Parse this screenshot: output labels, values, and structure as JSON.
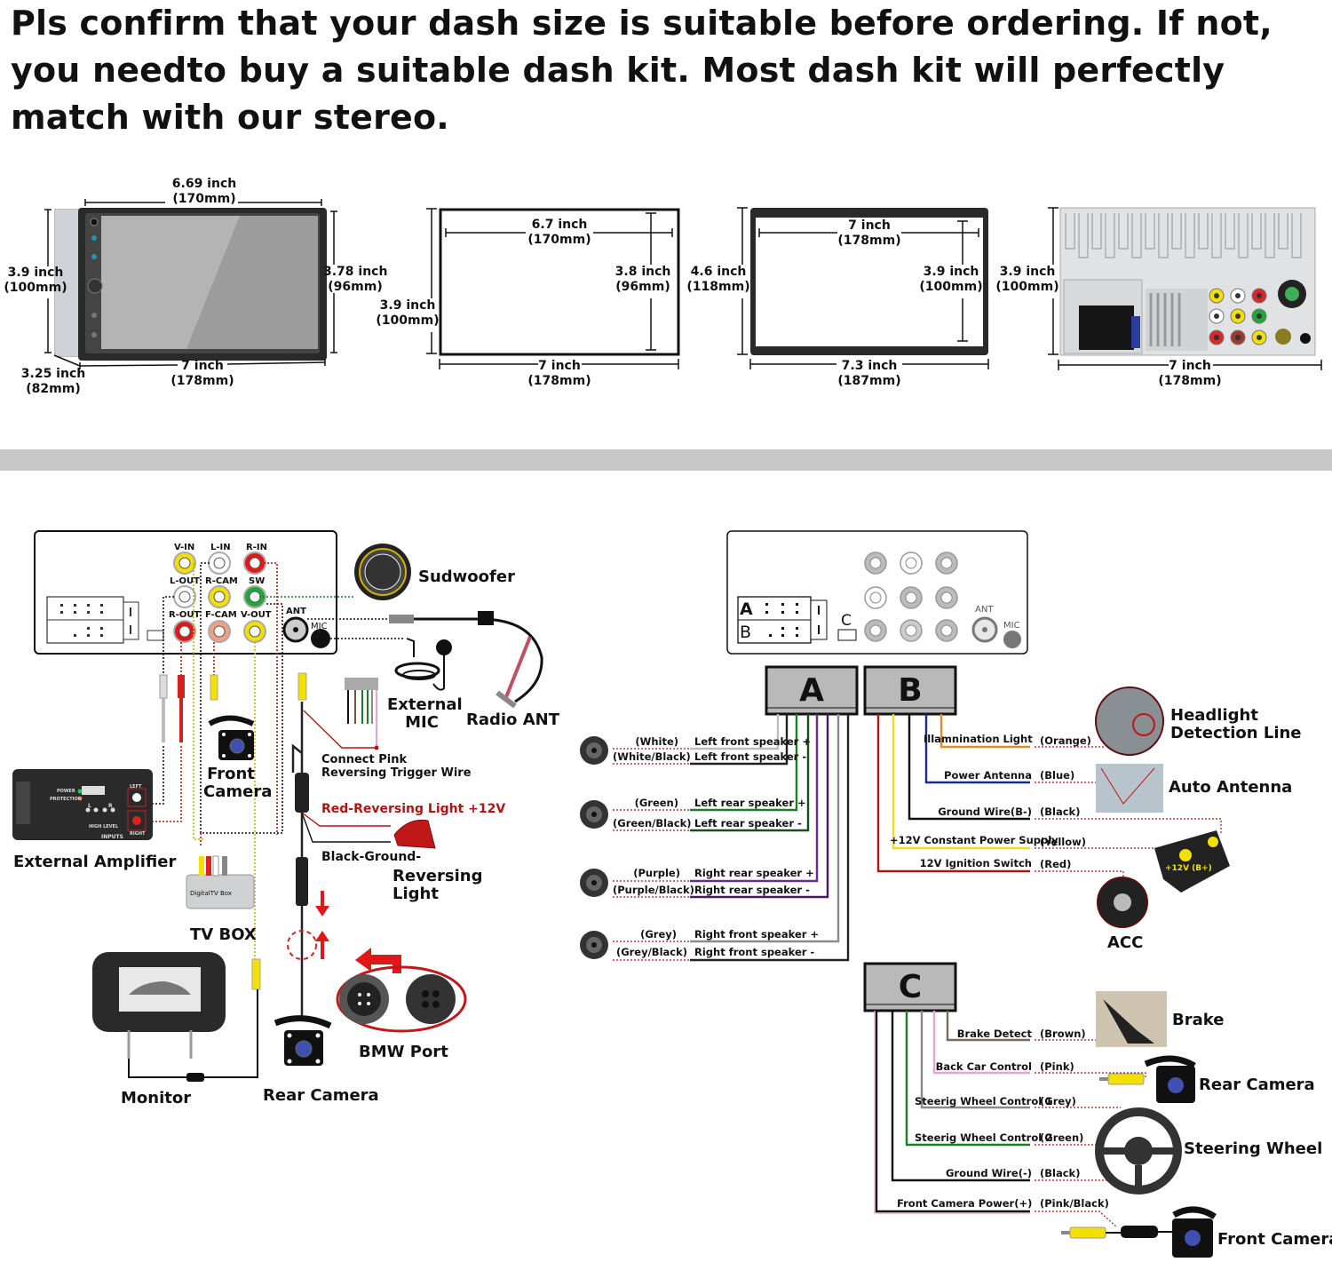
{
  "headline": "Pls confirm that your dash size is suitable before ordering. If not, you needto buy a suitable dash kit. Most dash kit will perfectly match with our stereo.",
  "dimensions": {
    "stereo_front": {
      "top_width": [
        "6.69 inch",
        "(170mm)"
      ],
      "left_height": [
        "3.9 inch",
        "(100mm)"
      ],
      "right_height": [
        "3.78 inch",
        "(96mm)"
      ],
      "depth": [
        "3.25 inch",
        "(82mm)"
      ],
      "bottom_width": [
        "7 inch",
        "(178mm)"
      ]
    },
    "screen_frame": {
      "inner_width": [
        "6.7 inch",
        "(170mm)"
      ],
      "inner_height": [
        "3.8 inch",
        "(96mm)"
      ],
      "outer_height": [
        "3.9 inch",
        "(100mm)"
      ],
      "outer_width": [
        "7 inch",
        "(178mm)"
      ]
    },
    "dash_kit": {
      "inner_width": [
        "7 inch",
        "(178mm)"
      ],
      "inner_height": [
        "3.9 inch",
        "(100mm)"
      ],
      "outer_height": [
        "4.6 inch",
        "(118mm)"
      ],
      "outer_width": [
        "7.3 inch",
        "(187mm)"
      ]
    },
    "stereo_back": {
      "height": [
        "3.9 inch",
        "(100mm)"
      ],
      "width": [
        "7 inch",
        "(178mm)"
      ]
    }
  },
  "left_diagram": {
    "ports": {
      "v_in": "V-IN",
      "l_in": "L-IN",
      "r_in": "R-IN",
      "l_out": "L-OUT",
      "r_cam": "R-CAM",
      "sw": "SW",
      "r_out": "R-OUT",
      "f_cam": "F-CAM",
      "v_out": "V-OUT",
      "ant": "ANT",
      "mic": "MIC"
    },
    "devices": {
      "subwoofer": "Sudwoofer",
      "external_mic": [
        "External",
        "MIC"
      ],
      "radio_ant": "Radio ANT",
      "front_camera": [
        "Front",
        "Camera"
      ],
      "external_amplifier": "External Amplifier",
      "tv_box": "TV BOX",
      "tv_box_badge": "DigitalTV Box",
      "monitor": "Monitor",
      "rear_camera": "Rear Camera",
      "bmw_port": "BMW Port",
      "reversing_light": [
        "Reversing",
        "Light"
      ]
    },
    "annotations": {
      "connect_pink": [
        "Connect Pink",
        "Reversing Trigger Wire"
      ],
      "red_reversing": "Red-Reversing Light +12V",
      "black_ground": "Black-Ground-"
    },
    "amplifier_panel": {
      "power": "POWER",
      "protection": "PROTECTION",
      "left": "LEFT",
      "right": "RIGHT",
      "high_level": "HIGH LEVEL",
      "inputs": "INPUTS",
      "channels": [
        "L",
        "R"
      ]
    }
  },
  "right_diagram": {
    "connector_labels": {
      "a": "A",
      "b": "B",
      "c": "C",
      "ant": "ANT",
      "mic": "MIC"
    },
    "harness_a": {
      "label": "A",
      "wires": [
        {
          "color_name": "(White)",
          "function": "Left front speaker +",
          "hex": "#bdbdbd"
        },
        {
          "color_name": "(White/Black)",
          "function": "Left front speaker -",
          "hex": "#222222"
        },
        {
          "color_name": "(Green)",
          "function": "Left rear speaker +",
          "hex": "#1f7a2a"
        },
        {
          "color_name": "(Green/Black)",
          "function": "Left rear speaker -",
          "hex": "#14501c"
        },
        {
          "color_name": "(Purple)",
          "function": "Right rear speaker +",
          "hex": "#6a2a91"
        },
        {
          "color_name": "(Purple/Black)",
          "function": "Right rear speaker -",
          "hex": "#4a1868"
        },
        {
          "color_name": "(Grey)",
          "function": "Right front speaker +",
          "hex": "#8a8a8a"
        },
        {
          "color_name": "(Grey/Black)",
          "function": "Right front speaker -",
          "hex": "#333333"
        }
      ]
    },
    "harness_b": {
      "label": "B",
      "wires": [
        {
          "function": "Illamnination Light",
          "color_name": "(Orange)",
          "hex": "#e08a2e"
        },
        {
          "function": "Power Antenna",
          "color_name": "(Blue)",
          "hex": "#1a2a8a"
        },
        {
          "function": "Ground Wire(B-)",
          "color_name": "(Black)",
          "hex": "#111111"
        },
        {
          "function": "+12V Constant Power Supply",
          "color_name": "(Yellow)",
          "hex": "#f2dc1e"
        },
        {
          "function": "12V Ignition Switch",
          "color_name": "(Red)",
          "hex": "#b01414"
        }
      ],
      "devices": {
        "headlight": [
          "Headlight",
          "Detection Line"
        ],
        "auto_antenna": "Auto Antenna",
        "acc": "ACC",
        "battery": "+12V  (B+)"
      }
    },
    "harness_c": {
      "label": "C",
      "wires": [
        {
          "function": "Brake Detect",
          "color_name": "(Brown)",
          "hex": "#7a6a5a"
        },
        {
          "function": "Back Car Control",
          "color_name": "(Pink)",
          "hex": "#e6a4d2"
        },
        {
          "function": "Steerig Wheel Control 1",
          "color_name": "(Grey)",
          "hex": "#8a8a8a"
        },
        {
          "function": "Steerig Wheel Control 2",
          "color_name": "(Green)",
          "hex": "#1f7a2a"
        },
        {
          "function": "Ground Wire(-)",
          "color_name": "(Black)",
          "hex": "#111111"
        },
        {
          "function": "Front Camera Power(+)",
          "color_name": "(Pink/Black)",
          "hex": "#e6a4d2"
        }
      ],
      "devices": {
        "brake": "Brake",
        "rear_camera": "Rear Camera",
        "steering_wheel": "Steering Wheel",
        "front_camera": "Front Camera"
      }
    }
  },
  "colors": {
    "separator": "#c8c8c8",
    "rca_yellow": "#f1e000",
    "rca_red": "#e01818",
    "rca_green": "#22a63a",
    "rca_orange": "#f0a080",
    "dotted_red": "#b01414",
    "harness_box": "#b9b9b9"
  }
}
